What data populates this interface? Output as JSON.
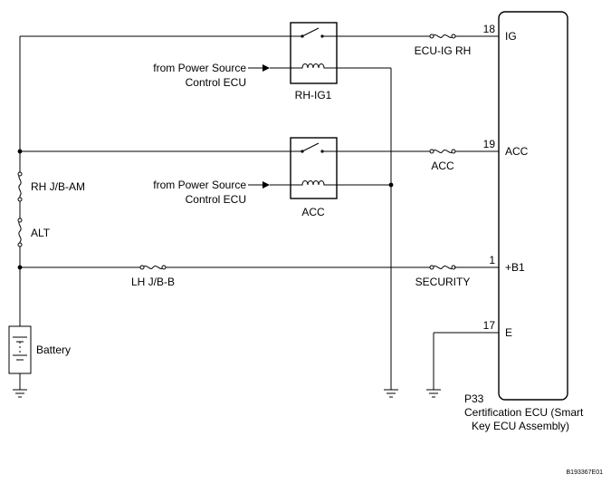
{
  "relays": {
    "ig1": {
      "label": "RH-IG1",
      "from_line1": "from Power Source",
      "from_line2": "Control ECU"
    },
    "acc": {
      "label": "ACC",
      "from_line1": "from Power Source",
      "from_line2": "Control ECU"
    }
  },
  "fuses": {
    "ecu_ig_rh": "ECU-IG RH",
    "acc": "ACC",
    "security": "SECURITY",
    "lh_jb_b": "LH J/B-B",
    "rh_jb_am": "RH J/B-AM",
    "alt": "ALT"
  },
  "battery": {
    "label": "Battery"
  },
  "ecu": {
    "code": "P33",
    "name_line1": "Certification ECU (Smart",
    "name_line2": "Key ECU Assembly)",
    "pins": [
      {
        "number": "18",
        "name": "IG"
      },
      {
        "number": "19",
        "name": "ACC"
      },
      {
        "number": "1",
        "name": "+B1"
      },
      {
        "number": "17",
        "name": "E"
      }
    ]
  },
  "figure_id": "B193367E01"
}
